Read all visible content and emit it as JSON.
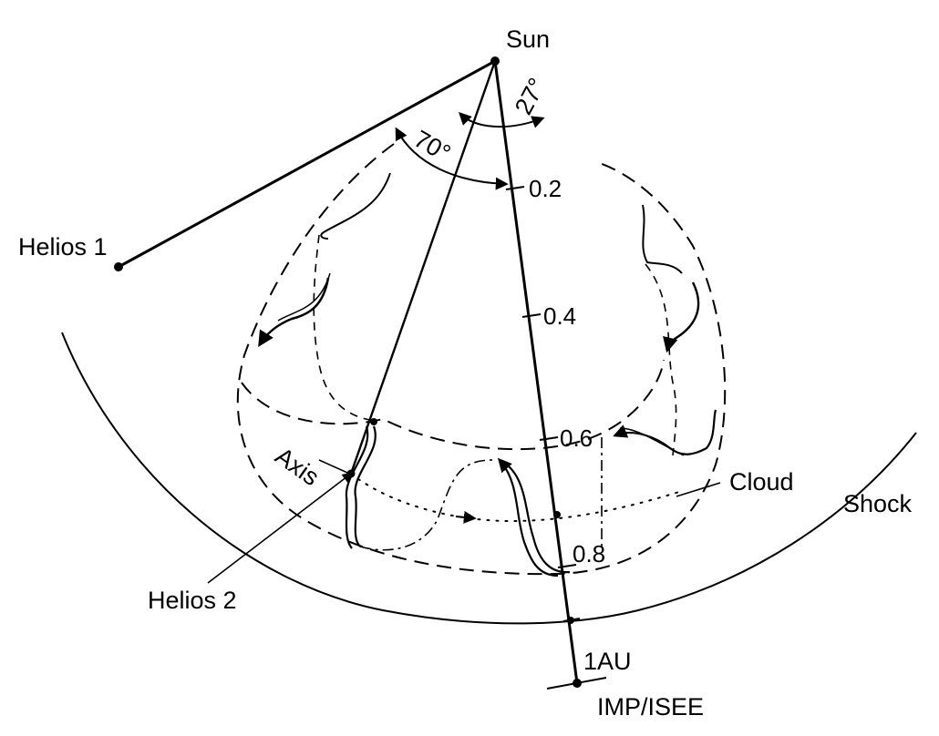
{
  "labels": {
    "sun": "Sun",
    "helios1": "Helios 1",
    "helios2": "Helios 2",
    "axis": "Axis",
    "cloud": "Cloud",
    "shock": "Shock",
    "imp_isee": "IMP/ISEE",
    "one_au": "1AU",
    "angle_70": "70°",
    "angle_27": "27°"
  },
  "distance_ticks": [
    "0.2",
    "0.4",
    "0.6",
    "0.8"
  ],
  "colors": {
    "ink": "#000000",
    "background": "#ffffff"
  }
}
